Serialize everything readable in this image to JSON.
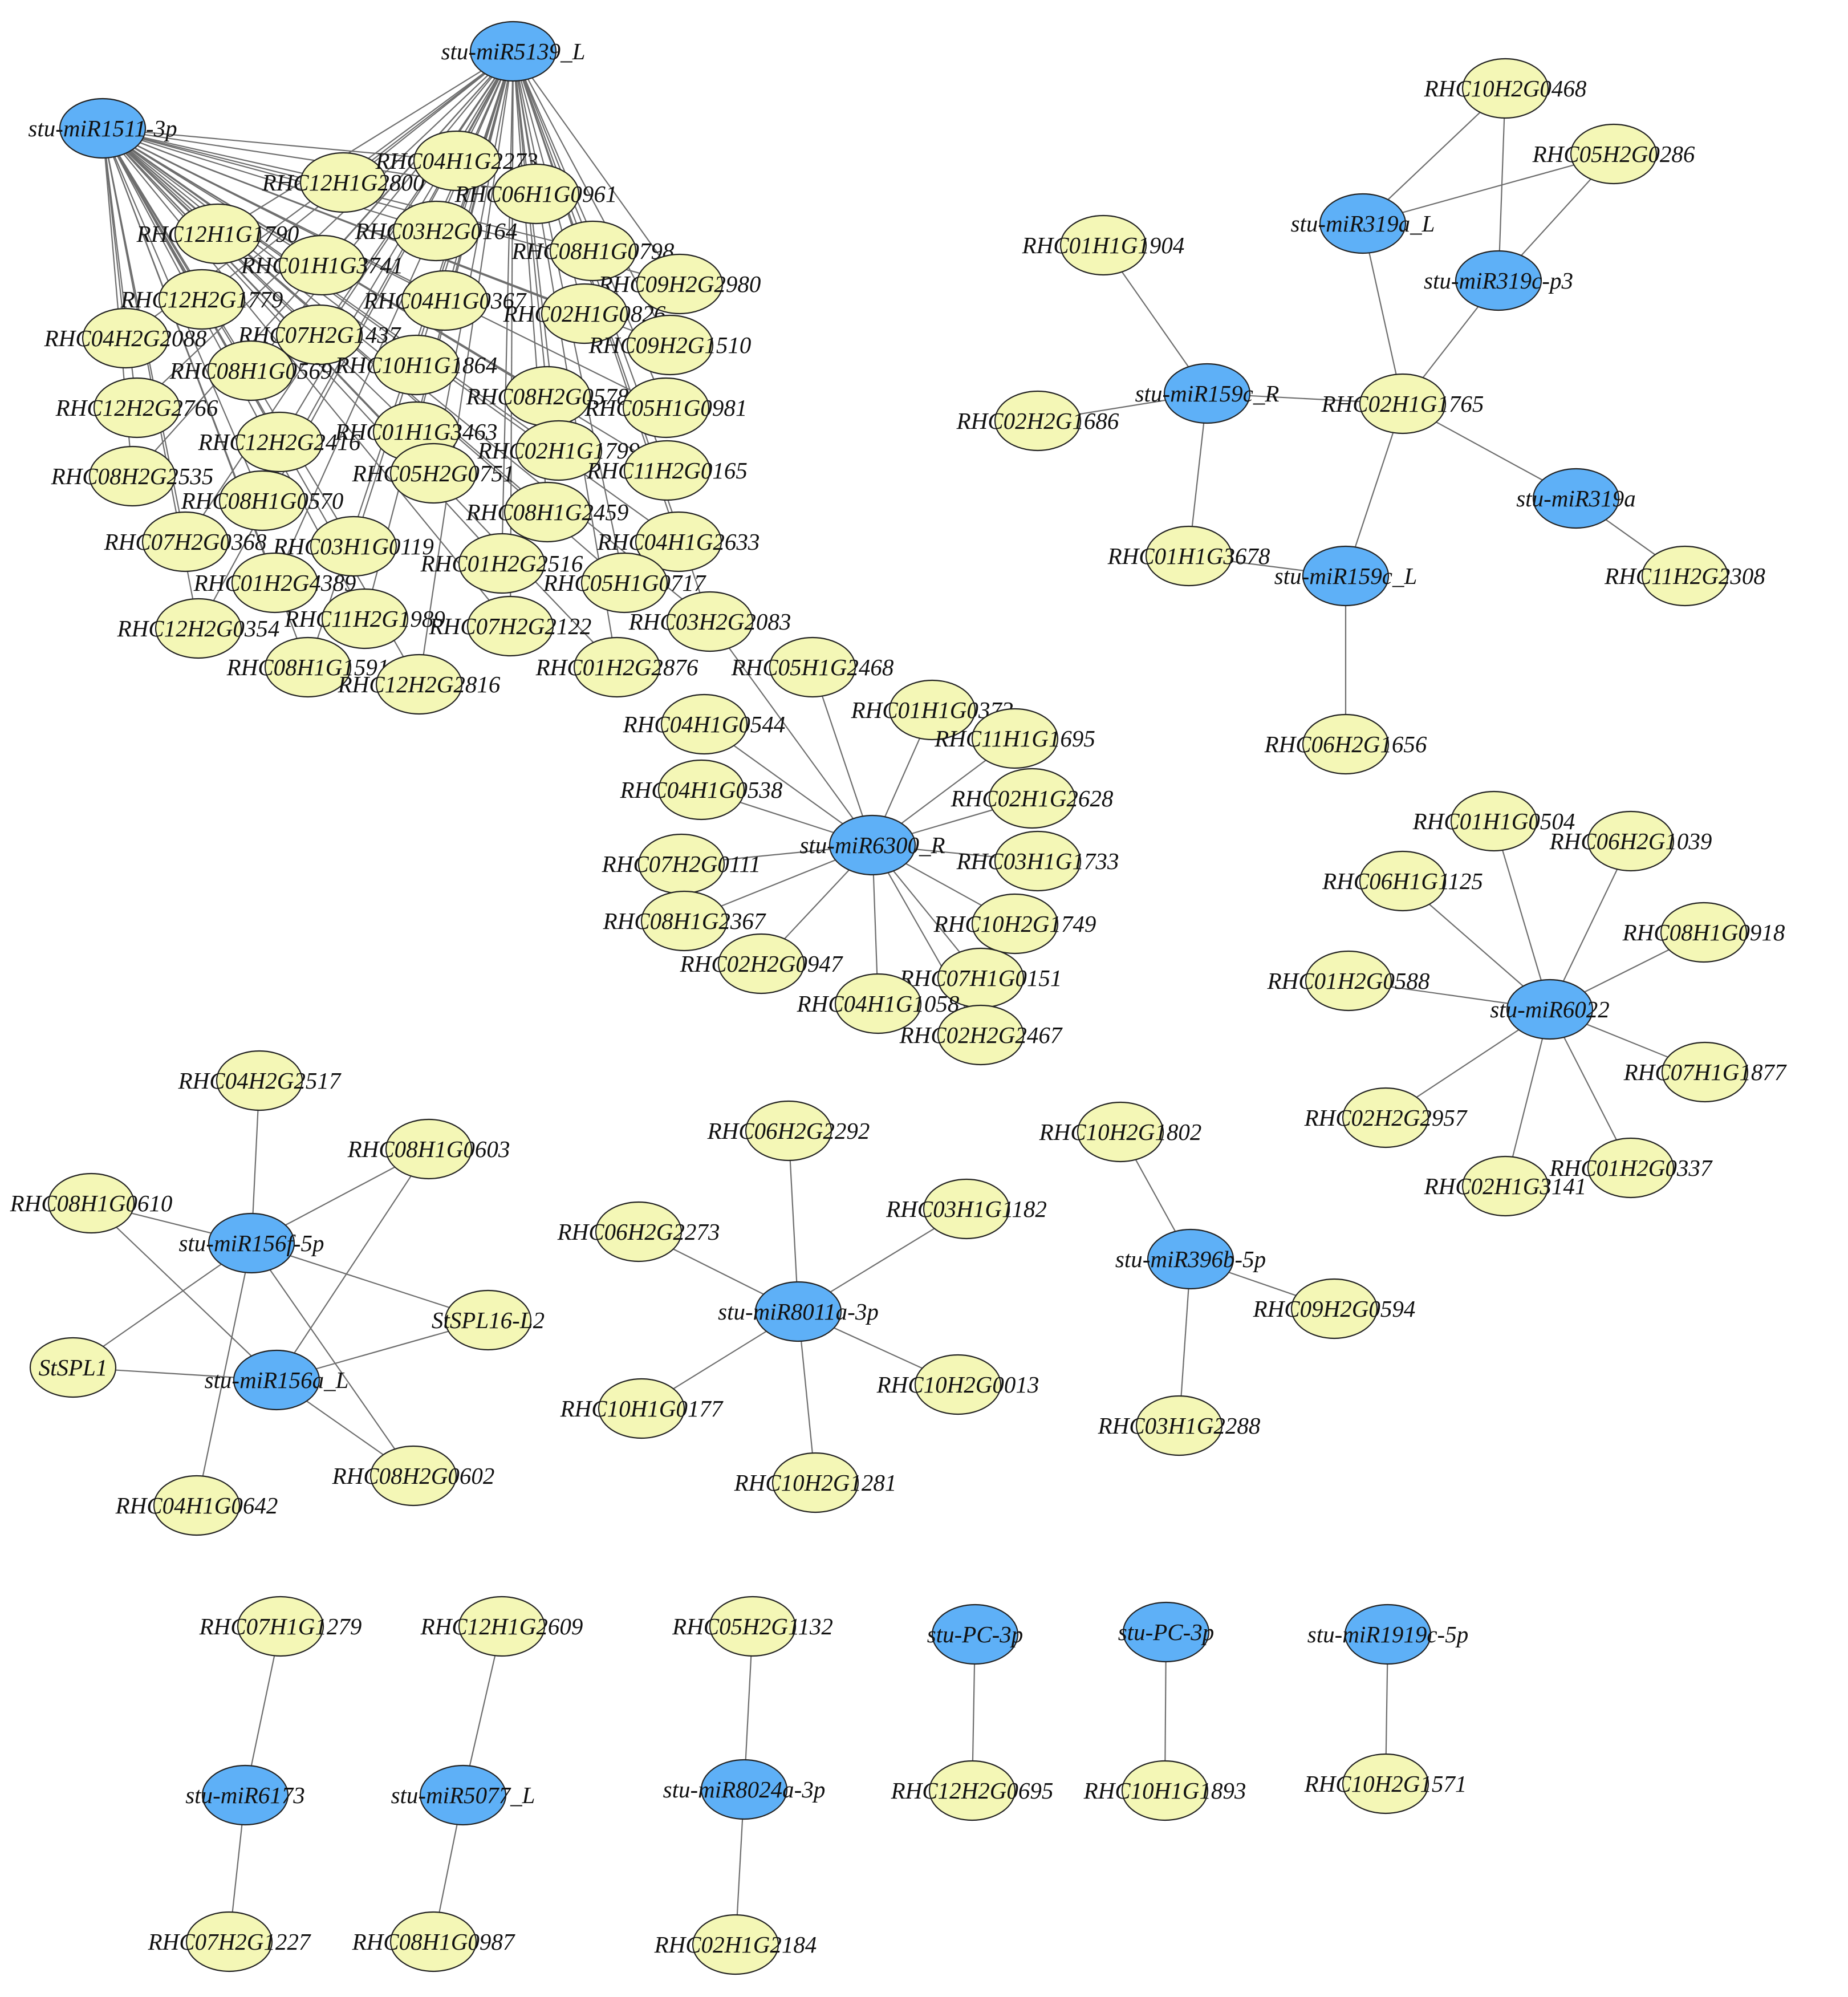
{
  "colors": {
    "mirna": "#5eb0f7",
    "gene": "#f4f7b6",
    "edge": "#6e6e6e",
    "outline": "#222222"
  },
  "nodes": [
    {
      "id": "m5139",
      "label": "stu-miR5139_L",
      "kind": "mirna"
    },
    {
      "id": "m1511",
      "label": "stu-miR1511-3p",
      "kind": "mirna"
    },
    {
      "id": "m319aL",
      "label": "stu-miR319a_L",
      "kind": "mirna"
    },
    {
      "id": "m319c",
      "label": "stu-miR319c-p3",
      "kind": "mirna"
    },
    {
      "id": "m159R",
      "label": "stu-miR159c_R",
      "kind": "mirna"
    },
    {
      "id": "m319a",
      "label": "stu-miR319a",
      "kind": "mirna"
    },
    {
      "id": "m159L",
      "label": "stu-miR159c_L",
      "kind": "mirna"
    },
    {
      "id": "m6300",
      "label": "stu-miR6300_R",
      "kind": "mirna"
    },
    {
      "id": "m6022",
      "label": "stu-miR6022",
      "kind": "mirna"
    },
    {
      "id": "m156f",
      "label": "stu-miR156f-5p",
      "kind": "mirna"
    },
    {
      "id": "m156a",
      "label": "stu-miR156a_L",
      "kind": "mirna"
    },
    {
      "id": "m8011",
      "label": "stu-miR8011a-3p",
      "kind": "mirna"
    },
    {
      "id": "m396",
      "label": "stu-miR396b-5p",
      "kind": "mirna"
    },
    {
      "id": "m6173",
      "label": "stu-miR6173",
      "kind": "mirna"
    },
    {
      "id": "m5077",
      "label": "stu-miR5077_L",
      "kind": "mirna"
    },
    {
      "id": "m8024",
      "label": "stu-miR8024a-3p",
      "kind": "mirna"
    },
    {
      "id": "pc1",
      "label": "stu-PC-3p",
      "kind": "mirna"
    },
    {
      "id": "pc2",
      "label": "stu-PC-3p",
      "kind": "mirna"
    },
    {
      "id": "m1919",
      "label": "stu-miR1919c-5p",
      "kind": "mirna"
    },
    {
      "id": "g01",
      "label": "RHC12H1G2800",
      "kind": "gene"
    },
    {
      "id": "g02",
      "label": "RHC04H1G2273",
      "kind": "gene"
    },
    {
      "id": "g03",
      "label": "RHC06H1G0961",
      "kind": "gene"
    },
    {
      "id": "g04",
      "label": "RHC12H1G1790",
      "kind": "gene"
    },
    {
      "id": "g05",
      "label": "RHC03H2G0164",
      "kind": "gene"
    },
    {
      "id": "g06",
      "label": "RHC08H1G0798",
      "kind": "gene"
    },
    {
      "id": "g07",
      "label": "RHC01H1G3741",
      "kind": "gene"
    },
    {
      "id": "g08",
      "label": "RHC09H2G2980",
      "kind": "gene"
    },
    {
      "id": "g09",
      "label": "RHC12H2G1779",
      "kind": "gene"
    },
    {
      "id": "g10",
      "label": "RHC04H1G0367",
      "kind": "gene"
    },
    {
      "id": "g11",
      "label": "RHC02H1G0826",
      "kind": "gene"
    },
    {
      "id": "g12",
      "label": "RHC07H2G1437",
      "kind": "gene"
    },
    {
      "id": "g13",
      "label": "RHC04H2G2088",
      "kind": "gene"
    },
    {
      "id": "g14",
      "label": "RHC09H2G1510",
      "kind": "gene"
    },
    {
      "id": "g15",
      "label": "RHC08H1G0569",
      "kind": "gene"
    },
    {
      "id": "g16",
      "label": "RHC10H1G1864",
      "kind": "gene"
    },
    {
      "id": "g17",
      "label": "RHC08H2G0578",
      "kind": "gene"
    },
    {
      "id": "g18",
      "label": "RHC12H2G2766",
      "kind": "gene"
    },
    {
      "id": "g19",
      "label": "RHC05H1G0981",
      "kind": "gene"
    },
    {
      "id": "g20",
      "label": "RHC01H1G3463",
      "kind": "gene"
    },
    {
      "id": "g21",
      "label": "RHC12H2G2416",
      "kind": "gene"
    },
    {
      "id": "g22",
      "label": "RHC02H1G1799",
      "kind": "gene"
    },
    {
      "id": "g23",
      "label": "RHC08H2G2535",
      "kind": "gene"
    },
    {
      "id": "g24",
      "label": "RHC11H2G0165",
      "kind": "gene"
    },
    {
      "id": "g25",
      "label": "RHC05H2G0751",
      "kind": "gene"
    },
    {
      "id": "g26",
      "label": "RHC08H1G0570",
      "kind": "gene"
    },
    {
      "id": "g27",
      "label": "RHC08H1G2459",
      "kind": "gene"
    },
    {
      "id": "g28",
      "label": "RHC07H2G0368",
      "kind": "gene"
    },
    {
      "id": "g29",
      "label": "RHC03H1G0119",
      "kind": "gene"
    },
    {
      "id": "g30",
      "label": "RHC04H1G2633",
      "kind": "gene"
    },
    {
      "id": "g31",
      "label": "RHC01H2G2516",
      "kind": "gene"
    },
    {
      "id": "g32",
      "label": "RHC01H2G4389",
      "kind": "gene"
    },
    {
      "id": "g33",
      "label": "RHC05H1G0717",
      "kind": "gene"
    },
    {
      "id": "g34",
      "label": "RHC11H2G1989",
      "kind": "gene"
    },
    {
      "id": "g35",
      "label": "RHC07H2G2122",
      "kind": "gene"
    },
    {
      "id": "g36",
      "label": "RHC12H2G0354",
      "kind": "gene"
    },
    {
      "id": "g37",
      "label": "RHC03H2G2083",
      "kind": "gene"
    },
    {
      "id": "g38",
      "label": "RHC08H1G1591",
      "kind": "gene"
    },
    {
      "id": "g39",
      "label": "RHC01H2G2876",
      "kind": "gene"
    },
    {
      "id": "g40",
      "label": "RHC12H2G2816",
      "kind": "gene"
    },
    {
      "id": "h01",
      "label": "RHC05H1G2468",
      "kind": "gene"
    },
    {
      "id": "h02",
      "label": "RHC01H1G0373",
      "kind": "gene"
    },
    {
      "id": "h03",
      "label": "RHC04H1G0544",
      "kind": "gene"
    },
    {
      "id": "h04",
      "label": "RHC11H1G1695",
      "kind": "gene"
    },
    {
      "id": "h05",
      "label": "RHC04H1G0538",
      "kind": "gene"
    },
    {
      "id": "h06",
      "label": "RHC02H1G2628",
      "kind": "gene"
    },
    {
      "id": "h07",
      "label": "RHC07H2G0111",
      "kind": "gene"
    },
    {
      "id": "h08",
      "label": "RHC03H1G1733",
      "kind": "gene"
    },
    {
      "id": "h09",
      "label": "RHC08H1G2367",
      "kind": "gene"
    },
    {
      "id": "h10",
      "label": "RHC10H2G1749",
      "kind": "gene"
    },
    {
      "id": "h11",
      "label": "RHC02H2G0947",
      "kind": "gene"
    },
    {
      "id": "h12",
      "label": "RHC07H1G0151",
      "kind": "gene"
    },
    {
      "id": "h13",
      "label": "RHC04H1G1058",
      "kind": "gene"
    },
    {
      "id": "h14",
      "label": "RHC02H2G2467",
      "kind": "gene"
    },
    {
      "id": "k01",
      "label": "RHC10H2G0468",
      "kind": "gene"
    },
    {
      "id": "k02",
      "label": "RHC05H2G0286",
      "kind": "gene"
    },
    {
      "id": "k03",
      "label": "RHC01H1G1904",
      "kind": "gene"
    },
    {
      "id": "k04",
      "label": "RHC02H2G1686",
      "kind": "gene"
    },
    {
      "id": "k05",
      "label": "RHC02H1G1765",
      "kind": "gene"
    },
    {
      "id": "k06",
      "label": "RHC01H1G3678",
      "kind": "gene"
    },
    {
      "id": "k07",
      "label": "RHC11H2G2308",
      "kind": "gene"
    },
    {
      "id": "k08",
      "label": "RHC06H2G1656",
      "kind": "gene"
    },
    {
      "id": "n01",
      "label": "RHC01H1G0504",
      "kind": "gene"
    },
    {
      "id": "n02",
      "label": "RHC06H2G1039",
      "kind": "gene"
    },
    {
      "id": "n03",
      "label": "RHC06H1G1125",
      "kind": "gene"
    },
    {
      "id": "n04",
      "label": "RHC08H1G0918",
      "kind": "gene"
    },
    {
      "id": "n05",
      "label": "RHC01H2G0588",
      "kind": "gene"
    },
    {
      "id": "n06",
      "label": "RHC07H1G1877",
      "kind": "gene"
    },
    {
      "id": "n07",
      "label": "RHC02H2G2957",
      "kind": "gene"
    },
    {
      "id": "n08",
      "label": "RHC02H1G3141",
      "kind": "gene"
    },
    {
      "id": "n09",
      "label": "RHC01H2G0337",
      "kind": "gene"
    },
    {
      "id": "s01",
      "label": "RHC04H2G2517",
      "kind": "gene"
    },
    {
      "id": "s02",
      "label": "RHC08H1G0603",
      "kind": "gene"
    },
    {
      "id": "s03",
      "label": "RHC08H1G0610",
      "kind": "gene"
    },
    {
      "id": "s04",
      "label": "StSPL16-L2",
      "kind": "gene"
    },
    {
      "id": "s05",
      "label": "StSPL1",
      "kind": "gene"
    },
    {
      "id": "s06",
      "label": "RHC08H2G0602",
      "kind": "gene"
    },
    {
      "id": "s07",
      "label": "RHC04H1G0642",
      "kind": "gene"
    },
    {
      "id": "e01",
      "label": "RHC06H2G2292",
      "kind": "gene"
    },
    {
      "id": "e02",
      "label": "RHC03H1G1182",
      "kind": "gene"
    },
    {
      "id": "e03",
      "label": "RHC06H2G2273",
      "kind": "gene"
    },
    {
      "id": "e04",
      "label": "RHC10H2G0013",
      "kind": "gene"
    },
    {
      "id": "e05",
      "label": "RHC10H1G0177",
      "kind": "gene"
    },
    {
      "id": "e06",
      "label": "RHC10H2G1281",
      "kind": "gene"
    },
    {
      "id": "r01",
      "label": "RHC10H2G1802",
      "kind": "gene"
    },
    {
      "id": "r02",
      "label": "RHC09H2G0594",
      "kind": "gene"
    },
    {
      "id": "r03",
      "label": "RHC03H1G2288",
      "kind": "gene"
    },
    {
      "id": "b01",
      "label": "RHC07H1G1279",
      "kind": "gene"
    },
    {
      "id": "b02",
      "label": "RHC07H2G1227",
      "kind": "gene"
    },
    {
      "id": "b03",
      "label": "RHC12H1G2609",
      "kind": "gene"
    },
    {
      "id": "b04",
      "label": "RHC08H1G0987",
      "kind": "gene"
    },
    {
      "id": "b05",
      "label": "RHC05H2G1132",
      "kind": "gene"
    },
    {
      "id": "b06",
      "label": "RHC02H1G2184",
      "kind": "gene"
    },
    {
      "id": "b07",
      "label": "RHC12H2G0695",
      "kind": "gene"
    },
    {
      "id": "b08",
      "label": "RHC10H1G1893",
      "kind": "gene"
    },
    {
      "id": "b09",
      "label": "RHC10H2G1571",
      "kind": "gene"
    }
  ],
  "edges": [
    [
      "m5139",
      "g01"
    ],
    [
      "m5139",
      "g02"
    ],
    [
      "m5139",
      "g03"
    ],
    [
      "m5139",
      "g04"
    ],
    [
      "m5139",
      "g05"
    ],
    [
      "m5139",
      "g06"
    ],
    [
      "m5139",
      "g07"
    ],
    [
      "m5139",
      "g08"
    ],
    [
      "m5139",
      "g09"
    ],
    [
      "m5139",
      "g10"
    ],
    [
      "m5139",
      "g11"
    ],
    [
      "m5139",
      "g12"
    ],
    [
      "m5139",
      "g13"
    ],
    [
      "m5139",
      "g14"
    ],
    [
      "m5139",
      "g15"
    ],
    [
      "m5139",
      "g16"
    ],
    [
      "m5139",
      "g17"
    ],
    [
      "m5139",
      "g18"
    ],
    [
      "m5139",
      "g19"
    ],
    [
      "m5139",
      "g20"
    ],
    [
      "m5139",
      "g21"
    ],
    [
      "m5139",
      "g22"
    ],
    [
      "m5139",
      "g23"
    ],
    [
      "m5139",
      "g24"
    ],
    [
      "m5139",
      "g25"
    ],
    [
      "m5139",
      "g26"
    ],
    [
      "m5139",
      "g27"
    ],
    [
      "m5139",
      "g28"
    ],
    [
      "m5139",
      "g29"
    ],
    [
      "m5139",
      "g30"
    ],
    [
      "m5139",
      "g31"
    ],
    [
      "m5139",
      "g32"
    ],
    [
      "m5139",
      "g33"
    ],
    [
      "m5139",
      "g34"
    ],
    [
      "m5139",
      "g35"
    ],
    [
      "m5139",
      "g36"
    ],
    [
      "m5139",
      "g37"
    ],
    [
      "m5139",
      "g38"
    ],
    [
      "m5139",
      "g39"
    ],
    [
      "m5139",
      "g40"
    ],
    [
      "m1511",
      "g01"
    ],
    [
      "m1511",
      "g02"
    ],
    [
      "m1511",
      "g03"
    ],
    [
      "m1511",
      "g04"
    ],
    [
      "m1511",
      "g05"
    ],
    [
      "m1511",
      "g06"
    ],
    [
      "m1511",
      "g07"
    ],
    [
      "m1511",
      "g08"
    ],
    [
      "m1511",
      "g09"
    ],
    [
      "m1511",
      "g10"
    ],
    [
      "m1511",
      "g11"
    ],
    [
      "m1511",
      "g12"
    ],
    [
      "m1511",
      "g13"
    ],
    [
      "m1511",
      "g14"
    ],
    [
      "m1511",
      "g15"
    ],
    [
      "m1511",
      "g16"
    ],
    [
      "m1511",
      "g17"
    ],
    [
      "m1511",
      "g18"
    ],
    [
      "m1511",
      "g19"
    ],
    [
      "m1511",
      "g20"
    ],
    [
      "m1511",
      "g21"
    ],
    [
      "m1511",
      "g22"
    ],
    [
      "m1511",
      "g23"
    ],
    [
      "m1511",
      "g24"
    ],
    [
      "m1511",
      "g25"
    ],
    [
      "m1511",
      "g26"
    ],
    [
      "m1511",
      "g27"
    ],
    [
      "m1511",
      "g28"
    ],
    [
      "m1511",
      "g29"
    ],
    [
      "m1511",
      "g30"
    ],
    [
      "m1511",
      "g31"
    ],
    [
      "m1511",
      "g32"
    ],
    [
      "m1511",
      "g33"
    ],
    [
      "m1511",
      "g34"
    ],
    [
      "m1511",
      "g35"
    ],
    [
      "m1511",
      "g36"
    ],
    [
      "m1511",
      "g37"
    ],
    [
      "m1511",
      "g38"
    ],
    [
      "m1511",
      "g39"
    ],
    [
      "m1511",
      "g40"
    ],
    [
      "m6300",
      "h01"
    ],
    [
      "m6300",
      "h02"
    ],
    [
      "m6300",
      "h03"
    ],
    [
      "m6300",
      "h04"
    ],
    [
      "m6300",
      "h05"
    ],
    [
      "m6300",
      "h06"
    ],
    [
      "m6300",
      "h07"
    ],
    [
      "m6300",
      "h08"
    ],
    [
      "m6300",
      "h09"
    ],
    [
      "m6300",
      "h10"
    ],
    [
      "m6300",
      "h11"
    ],
    [
      "m6300",
      "h12"
    ],
    [
      "m6300",
      "h13"
    ],
    [
      "m6300",
      "h14"
    ],
    [
      "m6300",
      "g37"
    ],
    [
      "m319aL",
      "k01"
    ],
    [
      "m319aL",
      "k02"
    ],
    [
      "m319aL",
      "k05"
    ],
    [
      "m319c",
      "k01"
    ],
    [
      "m319c",
      "k02"
    ],
    [
      "m319c",
      "k05"
    ],
    [
      "m159R",
      "k03"
    ],
    [
      "m159R",
      "k04"
    ],
    [
      "m159R",
      "k05"
    ],
    [
      "m159R",
      "k06"
    ],
    [
      "m319a",
      "k05"
    ],
    [
      "m319a",
      "k07"
    ],
    [
      "m159L",
      "k05"
    ],
    [
      "m159L",
      "k06"
    ],
    [
      "m159L",
      "k08"
    ],
    [
      "m6022",
      "n01"
    ],
    [
      "m6022",
      "n02"
    ],
    [
      "m6022",
      "n03"
    ],
    [
      "m6022",
      "n04"
    ],
    [
      "m6022",
      "n05"
    ],
    [
      "m6022",
      "n06"
    ],
    [
      "m6022",
      "n07"
    ],
    [
      "m6022",
      "n08"
    ],
    [
      "m6022",
      "n09"
    ],
    [
      "m156f",
      "s01"
    ],
    [
      "m156f",
      "s02"
    ],
    [
      "m156f",
      "s03"
    ],
    [
      "m156f",
      "s04"
    ],
    [
      "m156f",
      "s05"
    ],
    [
      "m156f",
      "s06"
    ],
    [
      "m156f",
      "s07"
    ],
    [
      "m156a",
      "s02"
    ],
    [
      "m156a",
      "s03"
    ],
    [
      "m156a",
      "s04"
    ],
    [
      "m156a",
      "s05"
    ],
    [
      "m156a",
      "s06"
    ],
    [
      "m8011",
      "e01"
    ],
    [
      "m8011",
      "e02"
    ],
    [
      "m8011",
      "e03"
    ],
    [
      "m8011",
      "e04"
    ],
    [
      "m8011",
      "e05"
    ],
    [
      "m8011",
      "e06"
    ],
    [
      "m396",
      "r01"
    ],
    [
      "m396",
      "r02"
    ],
    [
      "m396",
      "r03"
    ],
    [
      "m6173",
      "b01"
    ],
    [
      "m6173",
      "b02"
    ],
    [
      "m5077",
      "b03"
    ],
    [
      "m5077",
      "b04"
    ],
    [
      "m8024",
      "b05"
    ],
    [
      "m8024",
      "b06"
    ],
    [
      "pc1",
      "b07"
    ],
    [
      "pc2",
      "b08"
    ],
    [
      "m1919",
      "b09"
    ]
  ]
}
